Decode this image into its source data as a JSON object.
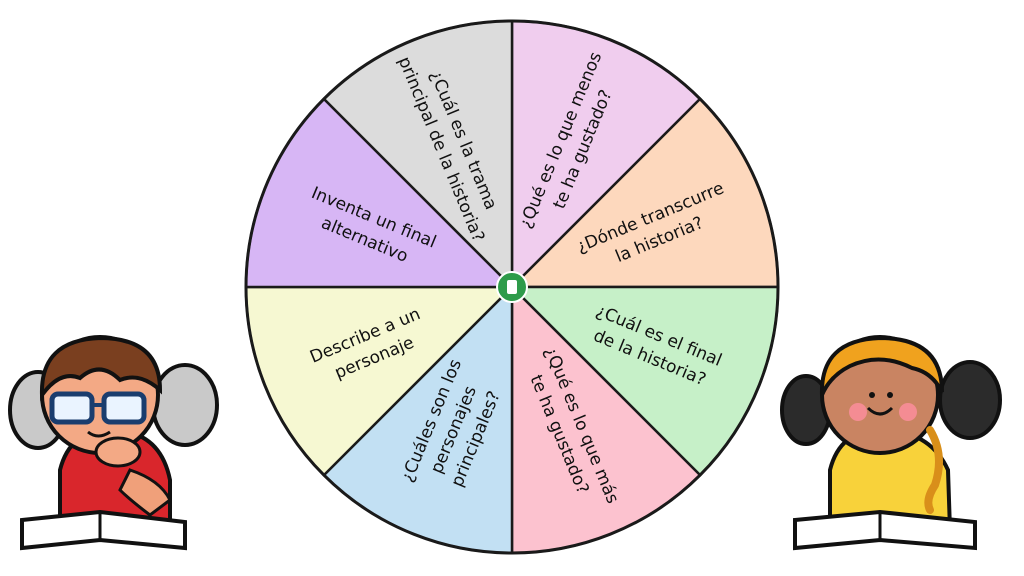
{
  "wheel": {
    "segments": [
      {
        "lines": [
          "¿Qué es lo que menos",
          "te ha gustado?"
        ],
        "color": "#f0cdee"
      },
      {
        "lines": [
          "¿Dónde transcurre",
          "la historia?"
        ],
        "color": "#fdd8bd"
      },
      {
        "lines": [
          "¿Cuál es el final",
          "de la historia?"
        ],
        "color": "#c6f0c8"
      },
      {
        "lines": [
          "¿Qué es lo que más",
          "te ha gustado?"
        ],
        "color": "#fcc2cf"
      },
      {
        "lines": [
          "¿Cuáles son los",
          "personajes",
          "principales?"
        ],
        "color": "#c2e0f3"
      },
      {
        "lines": [
          "Describe a un",
          "personaje"
        ],
        "color": "#f6f8d2"
      },
      {
        "lines": [
          "Inventa un final",
          "alternativo"
        ],
        "color": "#d7b6f5"
      },
      {
        "lines": [
          "¿Cuál es la trama",
          "principal de la historia?"
        ],
        "color": "#dcdcdc"
      }
    ],
    "hub_color": "#2e9b4a",
    "outline_color": "#1a1a1a"
  },
  "kids": {
    "boy": {
      "shirt_color": "#d9262c",
      "hair_color": "#7a3f1f"
    },
    "girl": {
      "shirt_color": "#f8d23a",
      "hair_color": "#f0a21e"
    }
  }
}
